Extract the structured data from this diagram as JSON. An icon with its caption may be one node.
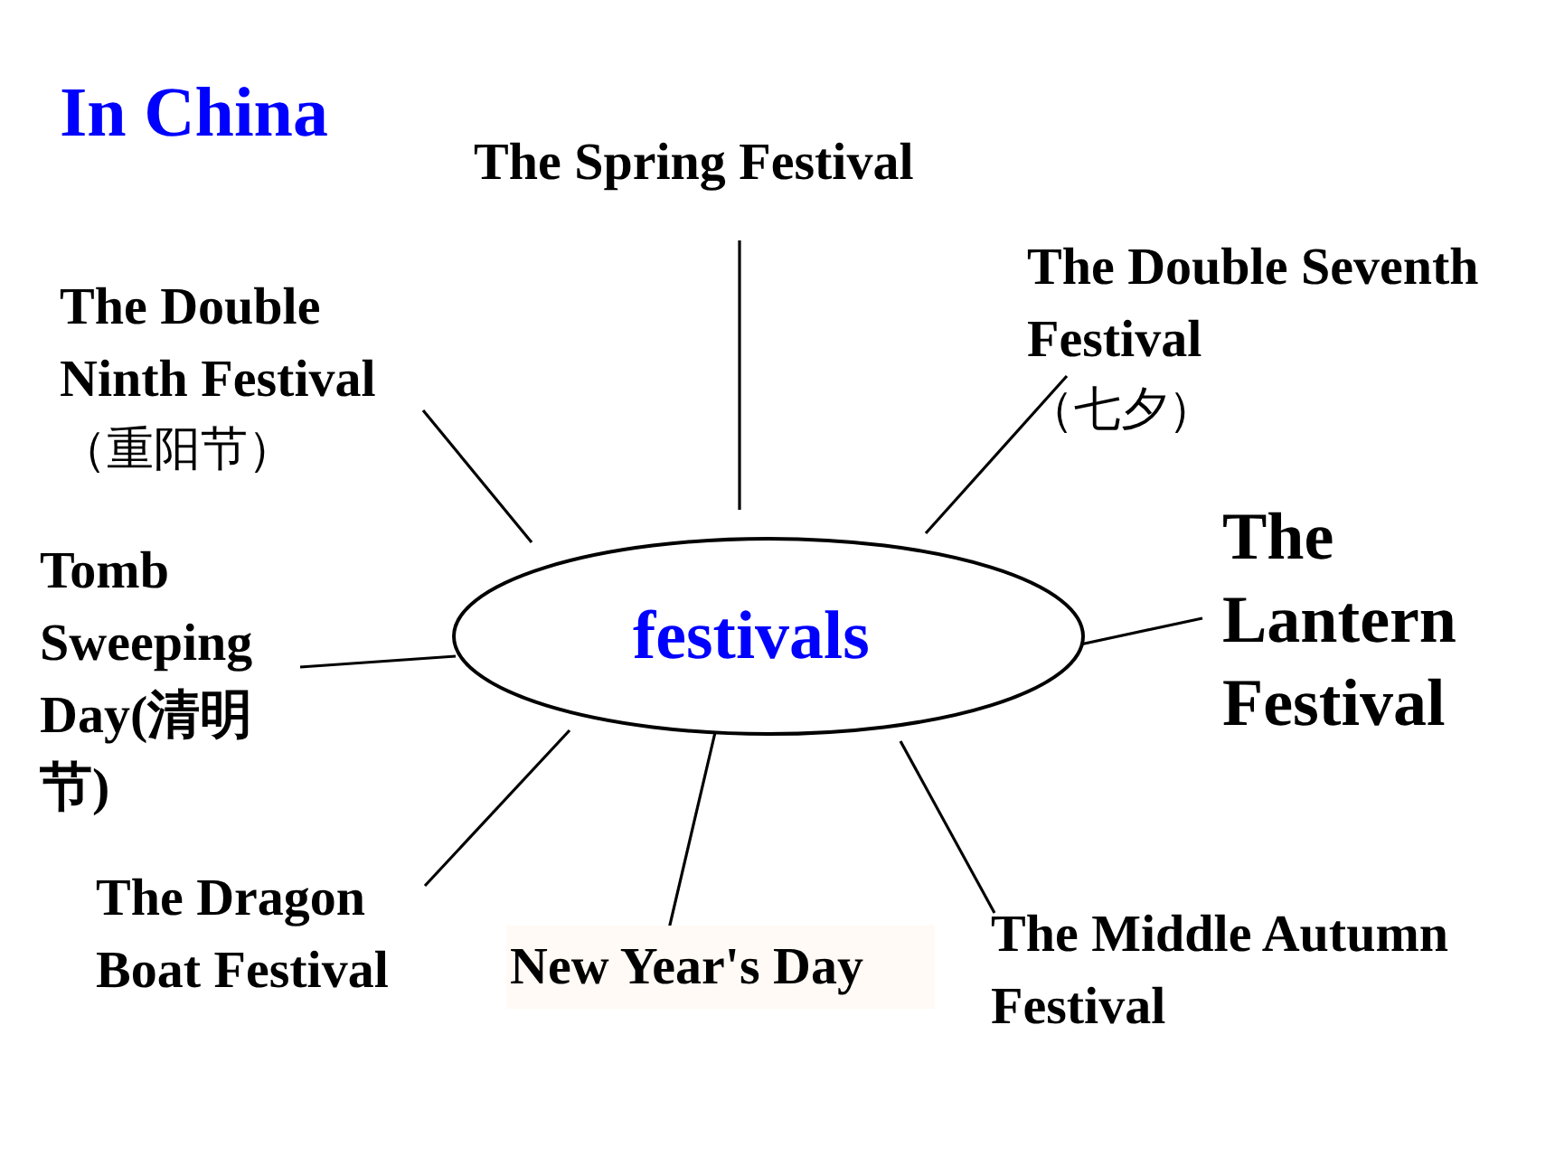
{
  "diagram": {
    "title": "In China",
    "nodes": [
      {
        "text": [
          "festivals"
        ]
      },
      {
        "text": [
          "The Spring Festival"
        ]
      },
      {
        "text": [
          "The Double Seventh Festival",
          "（七夕）"
        ]
      },
      {
        "text": [
          "The Lantern Festival"
        ]
      },
      {
        "text": [
          "The Middle Autumn Festival"
        ]
      },
      {
        "text": [
          "New Year's Day"
        ]
      },
      {
        "text": [
          "The Dragon Boat Festival"
        ]
      },
      {
        "text": [
          "Tomb Sweeping Day(清明节)"
        ]
      },
      {
        "text": [
          "The Double Ninth Festival",
          "（重阳节）"
        ]
      }
    ],
    "edges": [
      {
        "from": 1,
        "to": 0,
        "arrow": "none"
      },
      {
        "from": 2,
        "to": 0,
        "arrow": "none"
      },
      {
        "from": 3,
        "to": 0,
        "arrow": "none"
      },
      {
        "from": 4,
        "to": 0,
        "arrow": "none"
      },
      {
        "from": 5,
        "to": 0,
        "arrow": "none"
      },
      {
        "from": 6,
        "to": 0,
        "arrow": "none"
      },
      {
        "from": 7,
        "to": 0,
        "arrow": "none"
      },
      {
        "from": 8,
        "to": 0,
        "arrow": "none"
      }
    ]
  }
}
